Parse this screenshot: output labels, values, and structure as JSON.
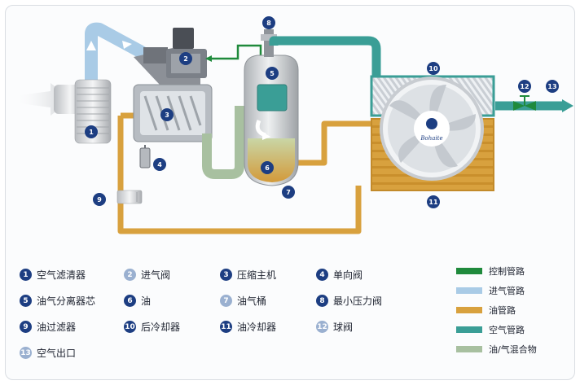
{
  "components": [
    {
      "num": "1",
      "name": "空气滤清器"
    },
    {
      "num": "2",
      "name": "进气阀"
    },
    {
      "num": "3",
      "name": "压缩主机"
    },
    {
      "num": "4",
      "name": "单向阀"
    },
    {
      "num": "5",
      "name": "油气分离器芯"
    },
    {
      "num": "6",
      "name": "油"
    },
    {
      "num": "7",
      "name": "油气桶"
    },
    {
      "num": "8",
      "name": "最小压力阀"
    },
    {
      "num": "9",
      "name": "油过滤器"
    },
    {
      "num": "10",
      "name": "后冷却器"
    },
    {
      "num": "11",
      "name": "油冷却器"
    },
    {
      "num": "12",
      "name": "球阀"
    },
    {
      "num": "13",
      "name": "空气出口"
    }
  ],
  "line_key": [
    {
      "label": "控制管路",
      "color": "#1f8a3c"
    },
    {
      "label": "进气管路",
      "color": "#a9cbe6"
    },
    {
      "label": "油管路",
      "color": "#d8a13e"
    },
    {
      "label": "空气管路",
      "color": "#3a9e96"
    },
    {
      "label": "油/气混合物",
      "color": "#a8c0a0"
    }
  ],
  "fan_logo_text": "Bohaite",
  "colors": {
    "marker": "#1d3e82",
    "oil": "#d8a13e",
    "air_out": "#3a9e96",
    "control": "#1f8a3c",
    "intake": "#a9cbe6",
    "mixture": "#a8c0a0"
  }
}
